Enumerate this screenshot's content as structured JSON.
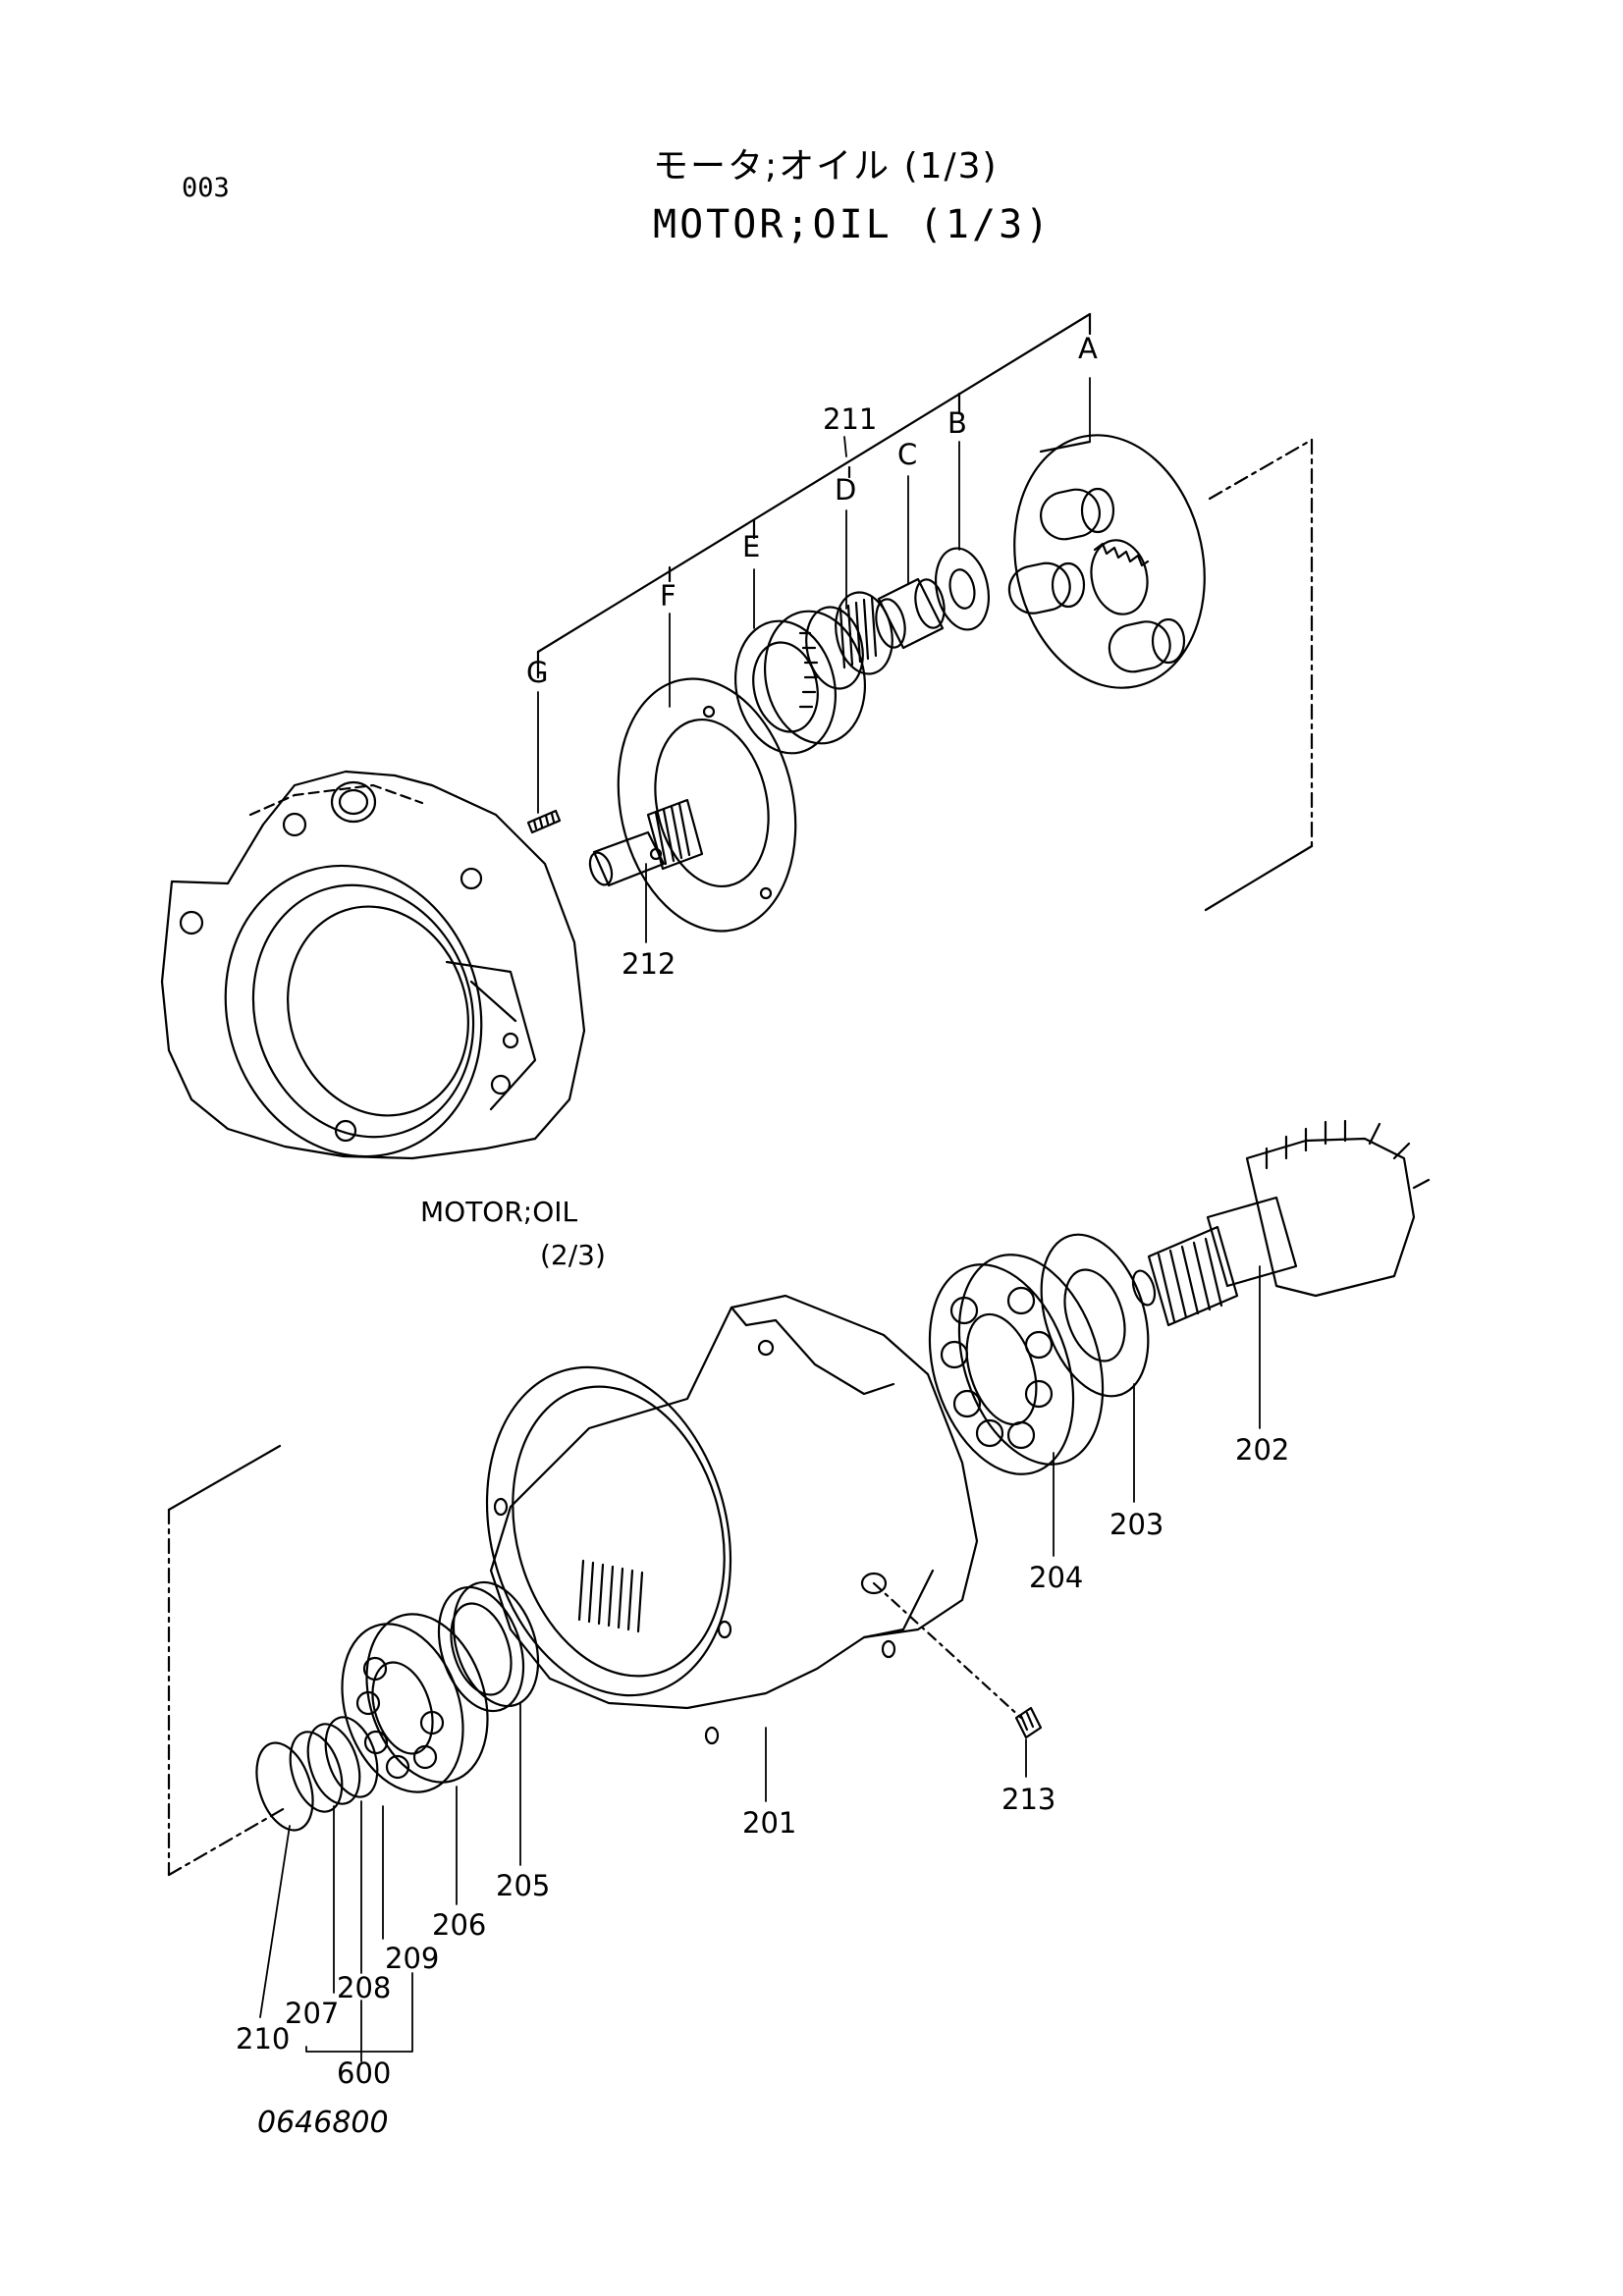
{
  "header": {
    "page_code": "003",
    "title_jp": "モータ;オイル (1/3)",
    "title_en": "MOTOR;OIL (1/3)"
  },
  "reference": {
    "line1": "MOTOR;OIL",
    "line2": "(2/3)"
  },
  "callouts": {
    "A": "A",
    "B": "B",
    "C": "C",
    "D": "D",
    "E": "E",
    "F": "F",
    "G": "G",
    "p211": "211",
    "p212": "212",
    "p201": "201",
    "p202": "202",
    "p203": "203",
    "p204": "204",
    "p205": "205",
    "p206": "206",
    "p207": "207",
    "p208": "208",
    "p209": "209",
    "p210": "210",
    "p213": "213",
    "p600": "600"
  },
  "footer": {
    "drawing_number": "0646800"
  }
}
